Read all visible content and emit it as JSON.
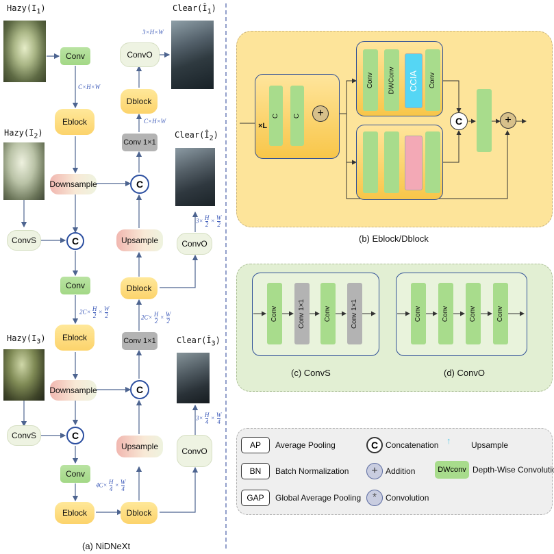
{
  "left": {
    "hazy_labels": [
      "Hazy(I",
      "Hazy(I",
      "Hazy(I"
    ],
    "hazy_subs": [
      "1",
      "2",
      "3"
    ],
    "clear_labels": [
      "Clear(Î",
      "Clear(Î",
      "Clear(Î"
    ],
    "clear_subs": [
      "1",
      "2",
      "3"
    ],
    "nodes": {
      "conv": "Conv",
      "eblock": "Eblock",
      "downsample": "Downsample",
      "convs": "ConvS",
      "convo": "ConvO",
      "dblock": "Dblock",
      "upsample": "Upsample",
      "conv1x1": "Conv 1×1",
      "concat": "C"
    },
    "dims": {
      "full": "C×H×W",
      "out_full": "3×H×W",
      "half_a": "2C×",
      "half_b": "×",
      "quarter_a": "4C×",
      "out_half_a": "3×",
      "out_quarter_a": "3×",
      "h": "H",
      "w": "W",
      "two": "2",
      "four": "4"
    },
    "caption": "(a) NiDNeXt"
  },
  "eblock_panel": {
    "caption": "(b) Eblock/Dblock",
    "c_label": "C",
    "times_l": "×L",
    "top_labels": [
      "Conv",
      "DWConv",
      "CCIA",
      "Conv"
    ]
  },
  "convs_panel": {
    "caption": "(c) ConvS",
    "labels": [
      "Conv",
      "Conv 1×1",
      "Conv",
      "Conv 1×1"
    ]
  },
  "convo_panel": {
    "caption": "(d) ConvO",
    "labels": [
      "Conv",
      "Conv",
      "Conv",
      "Conv"
    ]
  },
  "legend": {
    "items": [
      {
        "key": "AP",
        "text": "Average Pooling"
      },
      {
        "key": "BN",
        "text": "Batch Normalization"
      },
      {
        "key": "GAP",
        "text": "Global Average Pooling"
      },
      {
        "key": "C",
        "text": "Concatenation"
      },
      {
        "key": "+",
        "text": "Addition"
      },
      {
        "key": "*",
        "text": "Convolution"
      },
      {
        "key": "↑",
        "text": "Upsample"
      },
      {
        "key": "DWconv",
        "text": "Depth-Wise Convolution"
      }
    ]
  },
  "colors": {
    "eblock_bg": "#fde49a",
    "conv_green": "#a8dc8c",
    "ccia_cyan": "#55d6f4",
    "pink": "#f3a9b6",
    "panel_green": "#e2efd3",
    "legend_gray": "#efefef",
    "dim_blue": "#3b59b8"
  }
}
